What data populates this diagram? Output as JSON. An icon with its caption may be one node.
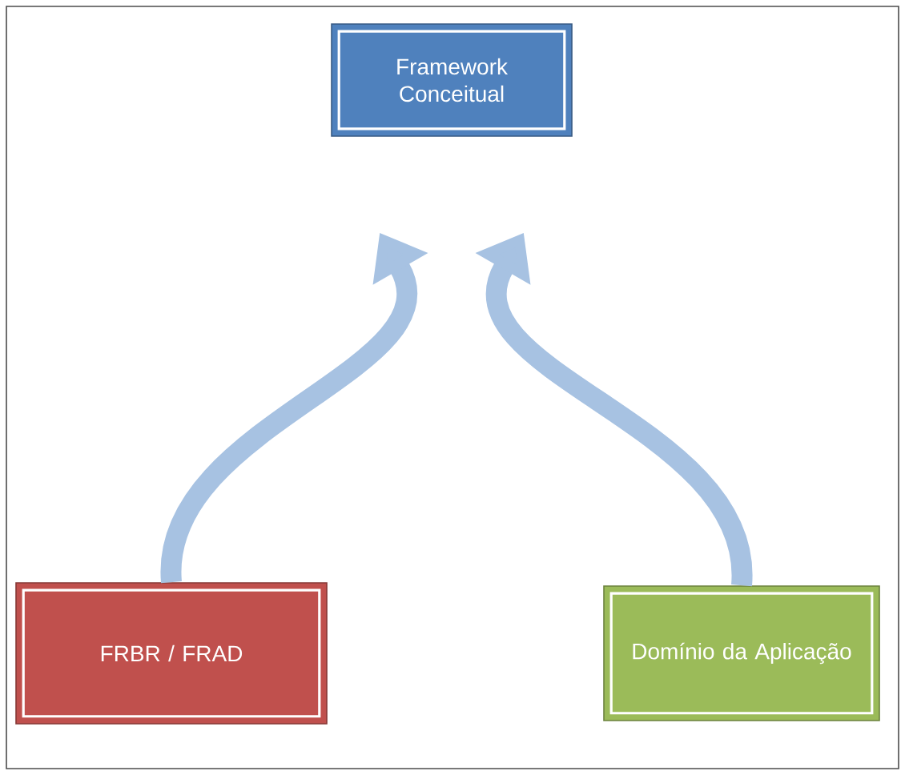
{
  "diagram": {
    "nodes": [
      {
        "text": [
          "Framework Conceitual"
        ]
      },
      {
        "text": [
          "FRBR / FRAD"
        ]
      },
      {
        "text": [
          "Domínio da Aplicação"
        ]
      }
    ],
    "edges": [
      {
        "from": 1,
        "to": 0,
        "arrow": "to"
      },
      {
        "from": 2,
        "to": 0,
        "arrow": "to"
      }
    ]
  }
}
